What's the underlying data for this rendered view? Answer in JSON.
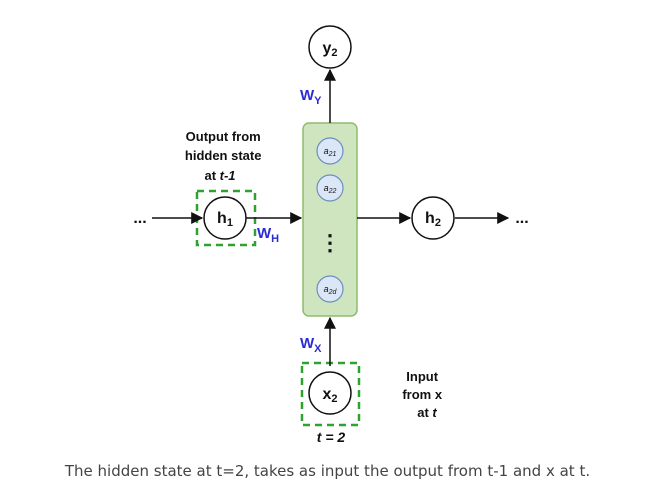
{
  "nodes": {
    "y2": {
      "base": "y",
      "sub": "2"
    },
    "h1": {
      "base": "h",
      "sub": "1"
    },
    "h2": {
      "base": "h",
      "sub": "2"
    },
    "x2": {
      "base": "x",
      "sub": "2"
    }
  },
  "hidden_units": [
    {
      "base": "a",
      "sub": "21"
    },
    {
      "base": "a",
      "sub": "22"
    },
    {
      "base": "a",
      "sub": "2d"
    }
  ],
  "hidden_ellipsis": "⋮",
  "weights": {
    "wy": {
      "base": "W",
      "sub": "Y"
    },
    "wh": {
      "base": "W",
      "sub": "H"
    },
    "wx": {
      "base": "W",
      "sub": "X"
    }
  },
  "ellipsis_left": "...",
  "ellipsis_right": "...",
  "labels": {
    "output_prev_line1": "Output from",
    "output_prev_line2": "hidden state",
    "output_prev_line3_prefix": "at ",
    "output_prev_line3_var": "t-1",
    "input_line1": "Input",
    "input_line2": "from x",
    "input_line3_prefix": "at ",
    "input_line3_var": "t",
    "time_step": "t = 2"
  },
  "caption": "The hidden state at t=2, takes as input the output from t-1 and x at t.",
  "colors": {
    "hidden_box_fill": "#cfe5c0",
    "hidden_box_stroke": "#8dbb6e",
    "unit_fill": "#dbe7f7",
    "unit_stroke": "#6c8ebf",
    "dashed_box": "#2fa12f",
    "weight_text": "#2b2bd6"
  }
}
